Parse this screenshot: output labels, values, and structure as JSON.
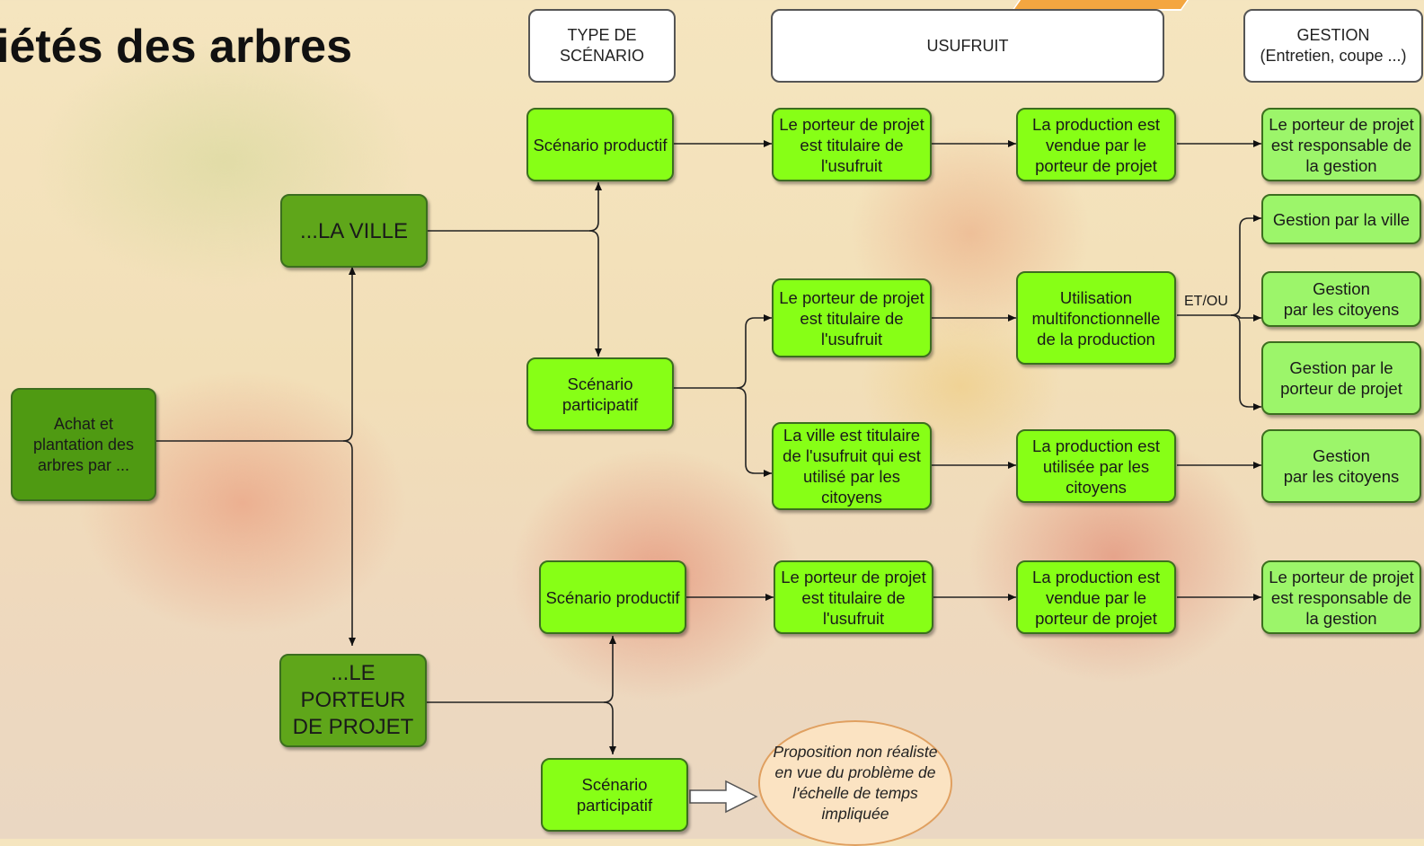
{
  "title": "iétés des arbres",
  "headers": {
    "type": "TYPE DE\nSCÉNARIO",
    "usufruit": "USUFRUIT",
    "gestion": "GESTION\n(Entretien, coupe ...)"
  },
  "nodes": {
    "root": "Achat et\nplantation des\narbres par ...",
    "ville": "...LA VILLE",
    "porteur": "...LE\nPORTEUR\nDE PROJET",
    "ville_productif": "Scénario productif",
    "ville_participatif": "Scénario\nparticipatif",
    "porteur_productif": "Scénario productif",
    "porteur_participatif": "Scénario\nparticipatif",
    "u1": "Le porteur de projet\nest titulaire de\nl'usufruit",
    "u2": "Le porteur de projet\nest titulaire de\nl'usufruit",
    "u3": "La ville est titulaire\nde l'usufruit qui est\nutilisé par les\ncitoyens",
    "u4": "Le porteur de projet\nest titulaire de\nl'usufruit",
    "p1": "La production est\nvendue par le\nporteur de projet",
    "p2": "Utilisation\nmultifonctionnelle\nde la production",
    "p3": "La production est\nutilisée par les\ncitoyens",
    "p4": "La production est\nvendue par le\nporteur de projet",
    "g1": "Le porteur de projet\nest responsable de\nla gestion",
    "g2": "Gestion par la ville",
    "g3": "Gestion\npar les citoyens",
    "g4": "Gestion par le\nporteur de projet",
    "g5": "Gestion\npar les citoyens",
    "g6": "Le porteur de projet\nest responsable de\nla gestion",
    "note": "Proposition non réaliste\nen vue du problème de\nl'échelle de temps\nimpliquée"
  },
  "labels": {
    "etou": "ET/OU"
  }
}
